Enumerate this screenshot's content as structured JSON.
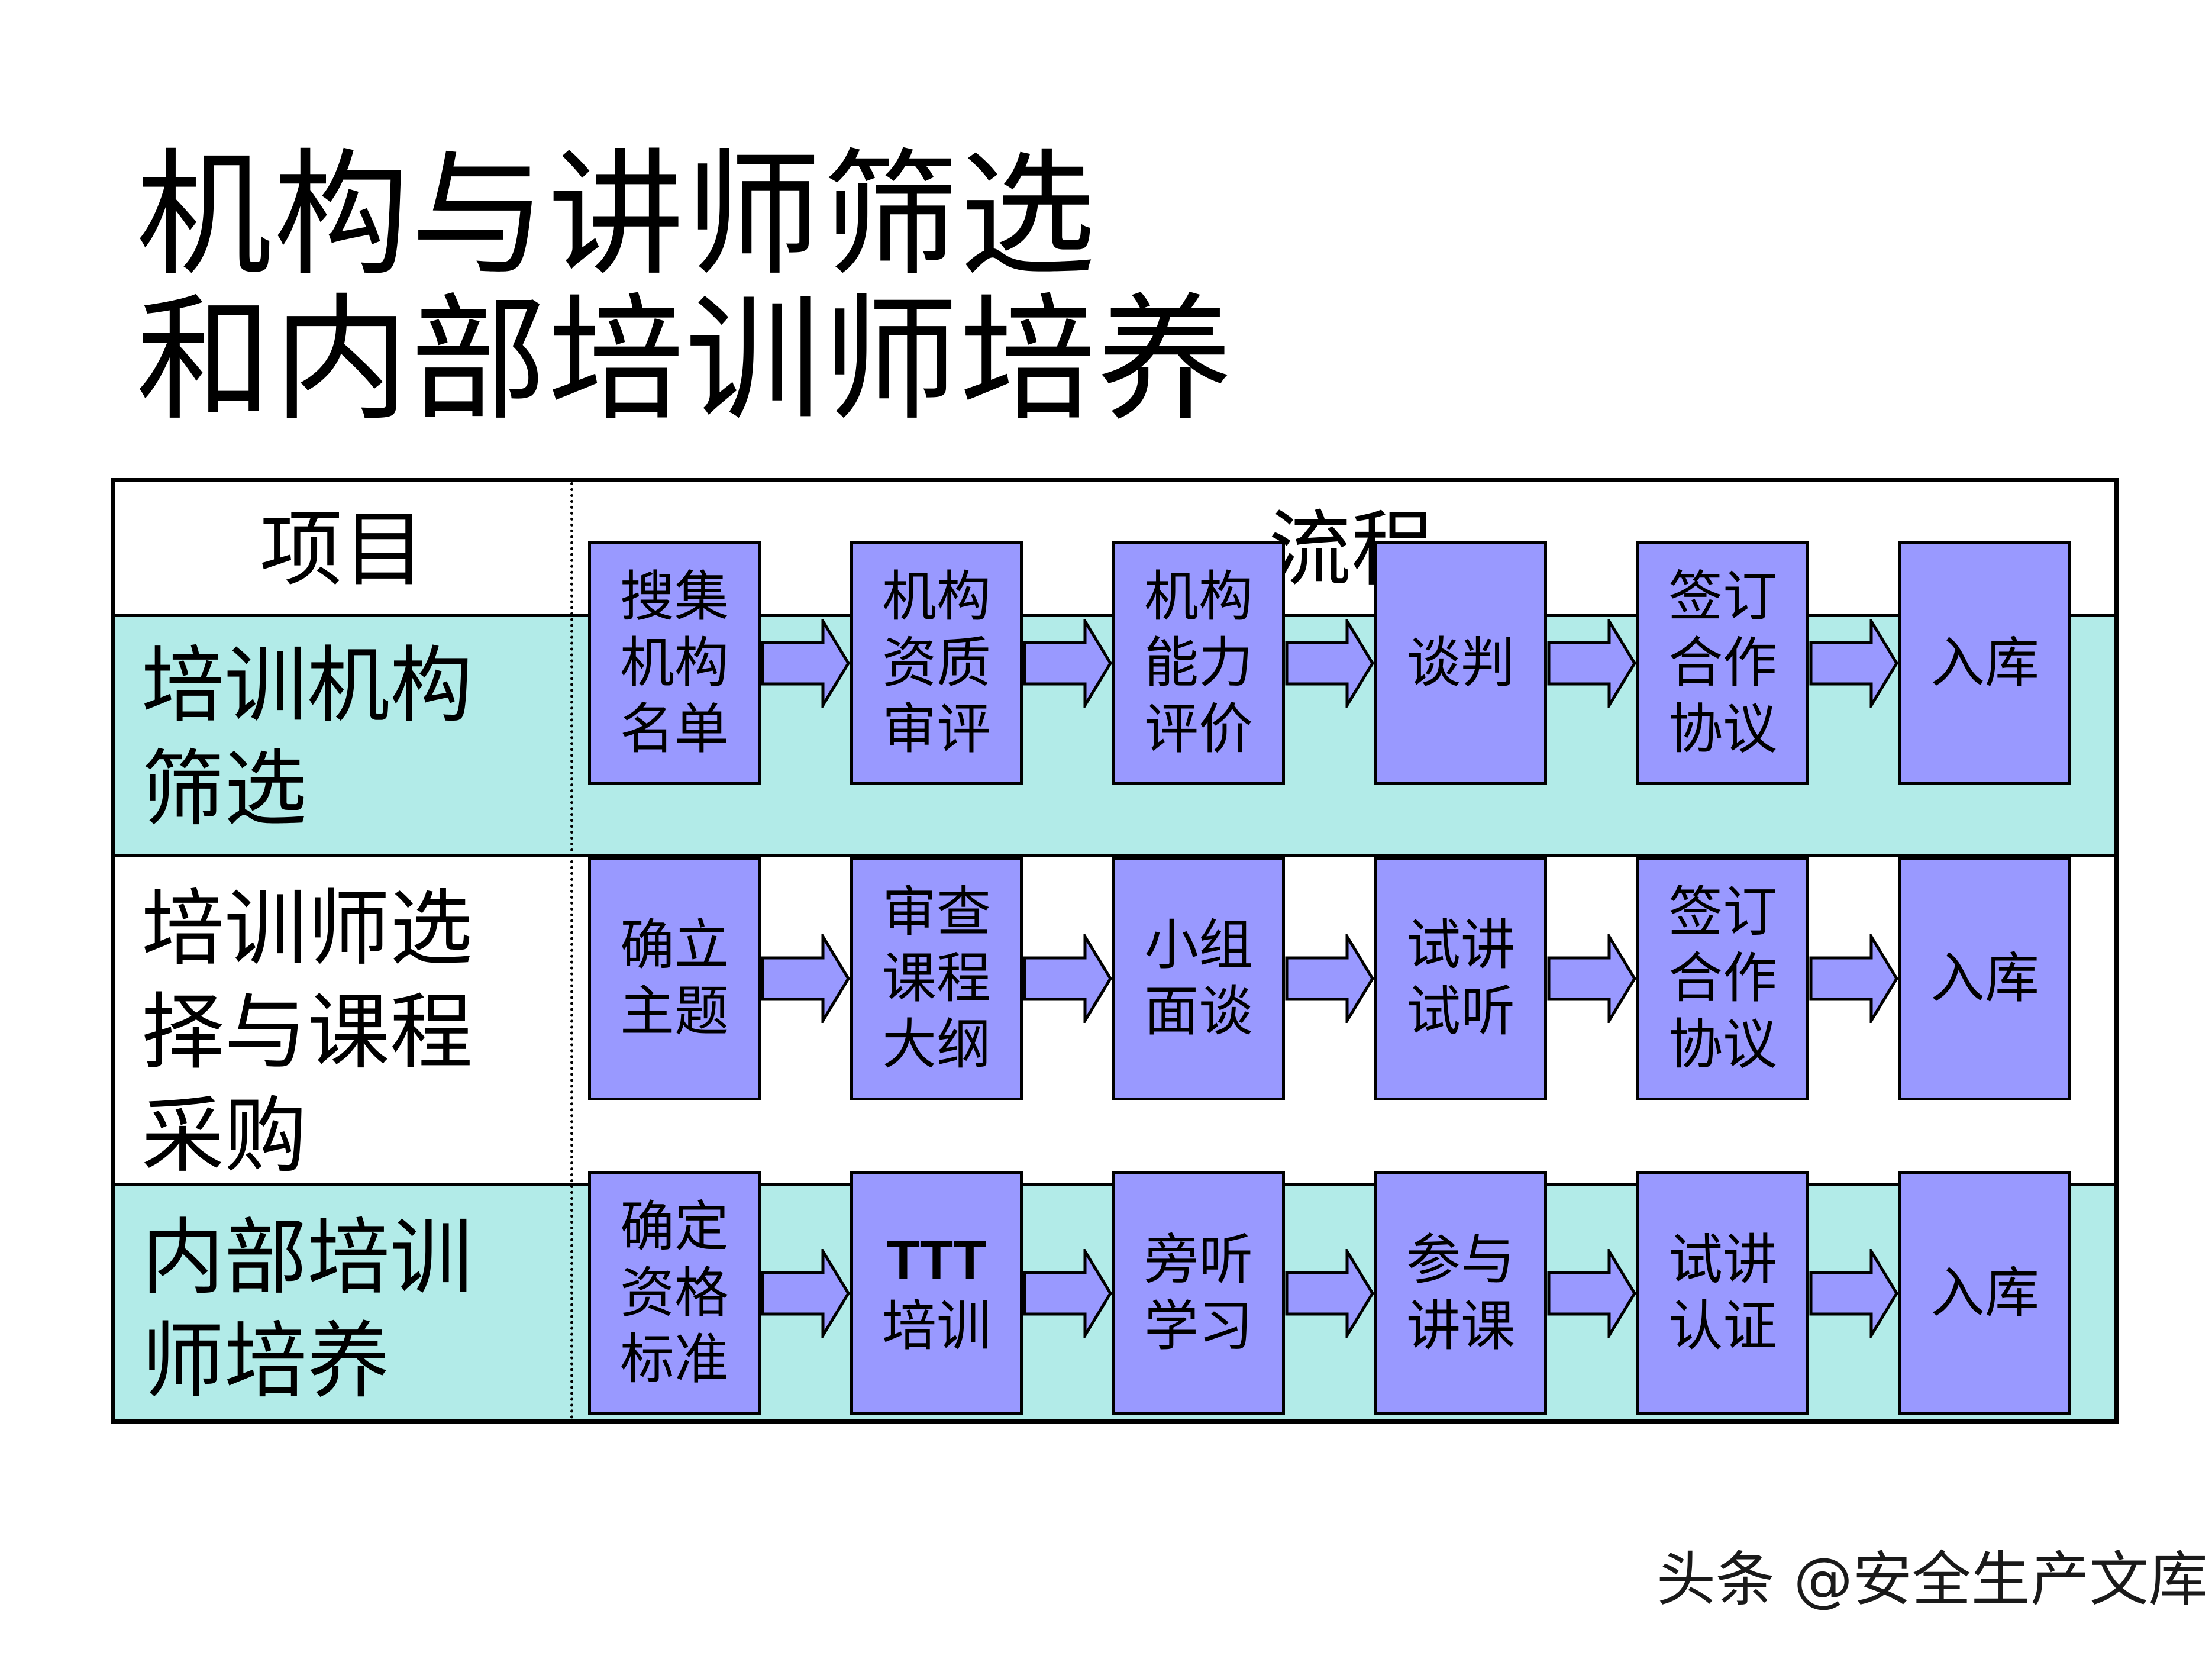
{
  "title": {
    "line1": "机构与讲师筛选",
    "line2": "和内部培训师培养"
  },
  "table": {
    "header_item": "项目",
    "header_flow": "流程",
    "rows": [
      {
        "label": "培训机构\n筛选",
        "steps": [
          "搜集\n机构\n名单",
          "机构\n资质\n审评",
          "机构\n能力\n评价",
          "谈判",
          "签订\n合作\n协议",
          "入库"
        ]
      },
      {
        "label": "培训师选\n择与课程\n采购",
        "steps": [
          "确立\n主题",
          "审查\n课程\n大纲",
          "小组\n面谈",
          "试讲\n试听",
          "签订\n合作\n协议",
          "入库"
        ]
      },
      {
        "label": "内部培训\n师培养",
        "steps": [
          "确定\n资格\n标准",
          "培训",
          "旁听\n学习",
          "参与\n讲课",
          "试讲\n认证",
          "入库"
        ],
        "step2_bold": "TTT"
      }
    ]
  },
  "colors": {
    "teal_row": "#b2ebe8",
    "step_box": "#9999ff",
    "border": "#000000"
  },
  "watermark": "头条 @安全生产文库"
}
